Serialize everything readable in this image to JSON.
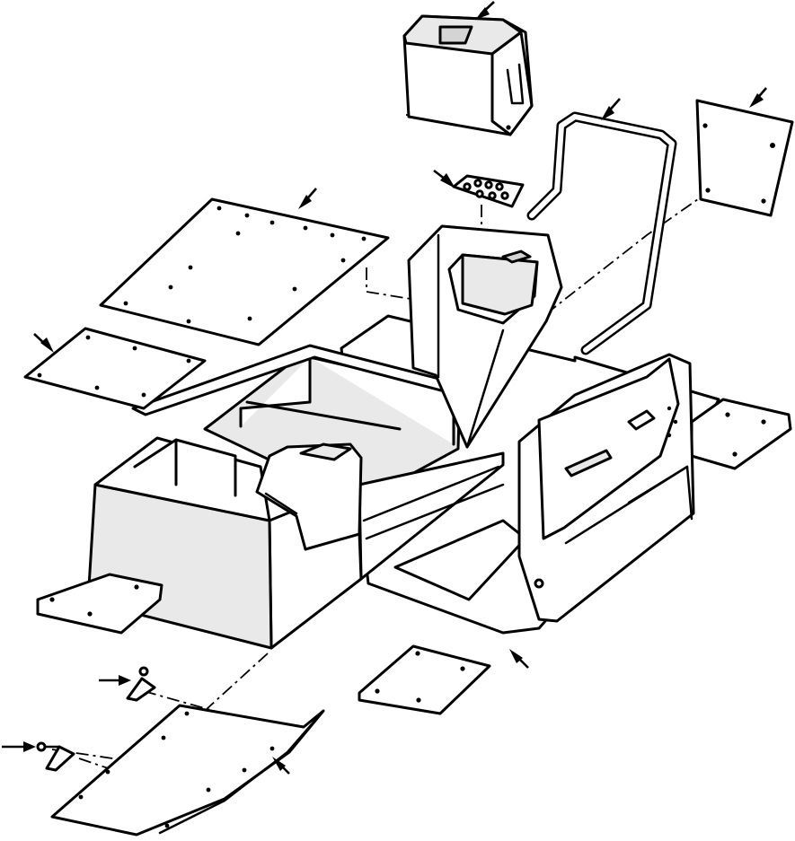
{
  "figure": {
    "type": "exploded-view-line-drawing",
    "style": "black line art on white",
    "background": "#ffffff",
    "line_color": "#000000"
  },
  "callout_arrows": [
    {
      "id": "top-box-cover"
    },
    {
      "id": "handrail"
    },
    {
      "id": "side-plate"
    },
    {
      "id": "control-plate"
    },
    {
      "id": "large-floor-plate"
    },
    {
      "id": "small-floor-plate"
    },
    {
      "id": "bottom-plate"
    },
    {
      "id": "lower-fastener-upper"
    },
    {
      "id": "lower-fastener-lower"
    },
    {
      "id": "lower-front-plate"
    }
  ]
}
